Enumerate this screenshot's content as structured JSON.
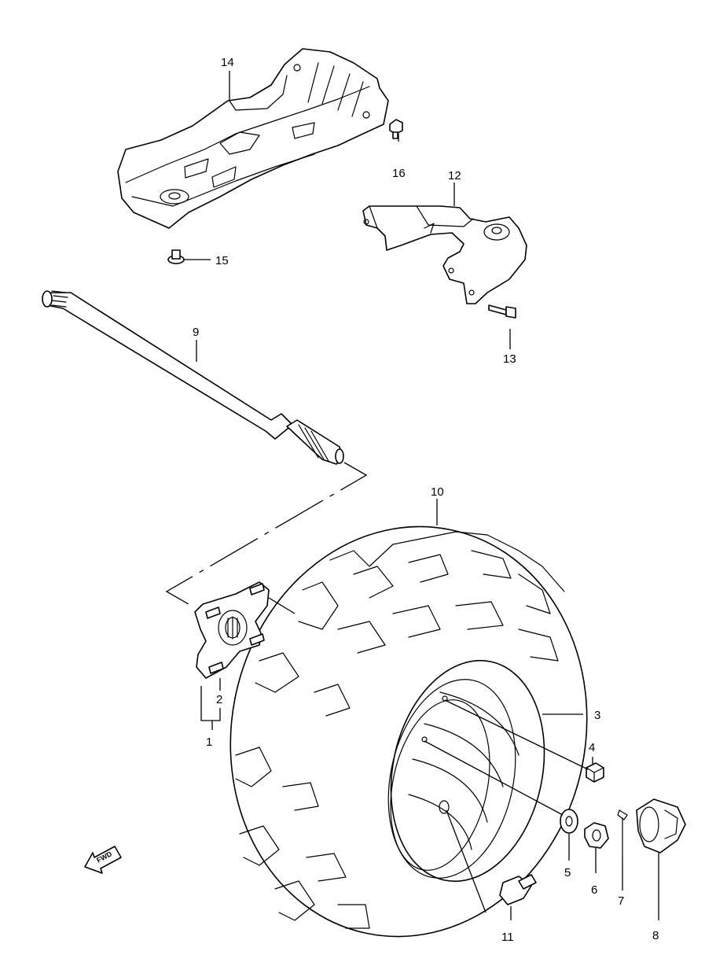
{
  "callouts": {
    "c1": "1",
    "c2": "2",
    "c3": "3",
    "c4": "4",
    "c5": "5",
    "c6": "6",
    "c7": "7",
    "c8": "8",
    "c9": "9",
    "c10": "10",
    "c11": "11",
    "c12": "12",
    "c13": "13",
    "c14": "14",
    "c15": "15",
    "c16": "16"
  },
  "fwd_label": "FWD"
}
